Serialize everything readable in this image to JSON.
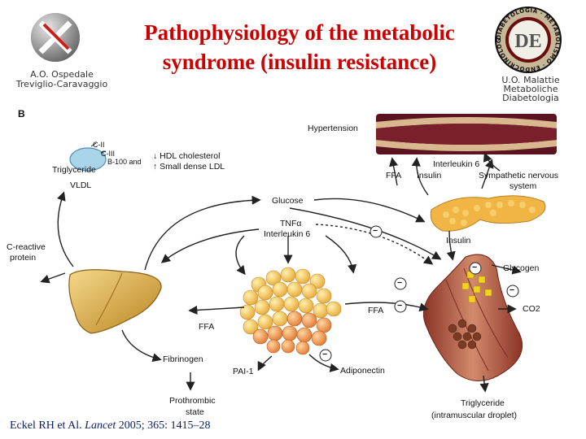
{
  "header": {
    "title_line1": "Pathophysiology of the metabolic",
    "title_line2": "syndrome (insulin resistance)",
    "left_org_line1": "A.O. Ospedale",
    "left_org_line2": "Treviglio-Caravaggio",
    "right_org_line1": "U.O. Malattie",
    "right_org_line2": "Metaboliche",
    "right_org_line3": "Diabetologia",
    "right_seal_text": "DIABETOLOGIA · METABOLISMO · ENDOCRINOLOGIA",
    "right_seal_letters": "DE"
  },
  "figure": {
    "panel_letter": "B",
    "labels": {
      "c2": "C-II",
      "c3": "C-III",
      "b100": "B-100 and",
      "triglyceride_top": "Triglyceride",
      "vldl": "VLDL",
      "hdl": "↓ HDL cholesterol",
      "ldl": "↑ Small dense LDL",
      "hypertension": "Hypertension",
      "interleukin6_top": "Interleukin 6",
      "ffa_top": "FFA",
      "insulin_top": "Insulin",
      "sympathetic": "Sympathetic nervous",
      "system": "system",
      "glucose": "Glucose",
      "tnf": "TNFα",
      "interleukin6_mid": "Interleukin 6",
      "c_reactive": "C-reactive",
      "protein": "protein",
      "insulin_pancreas": "Insulin",
      "glycogen": "Glycogen",
      "co2": "CO2",
      "ffa_left": "FFA",
      "ffa_right": "FFA",
      "fibrinogen": "Fibrinogen",
      "pai1": "PAI-1",
      "adiponectin": "Adiponectin",
      "prothrombic": "Prothrombic",
      "state": "state",
      "triglyceride_bottom": "Triglyceride",
      "intramuscular": "(intramuscular droplet)",
      "minus": "−"
    }
  },
  "citation": {
    "authors": "Eckel RH et Al. ",
    "journal": "Lancet",
    "details": " 2005; 365: 1415–28"
  },
  "colors": {
    "title": "#cc0000",
    "citation": "#0a1f66",
    "liver": "#d9a53a",
    "adipose": "#f2b84a",
    "muscle": "#b5593f",
    "vessel": "#5a1420"
  }
}
